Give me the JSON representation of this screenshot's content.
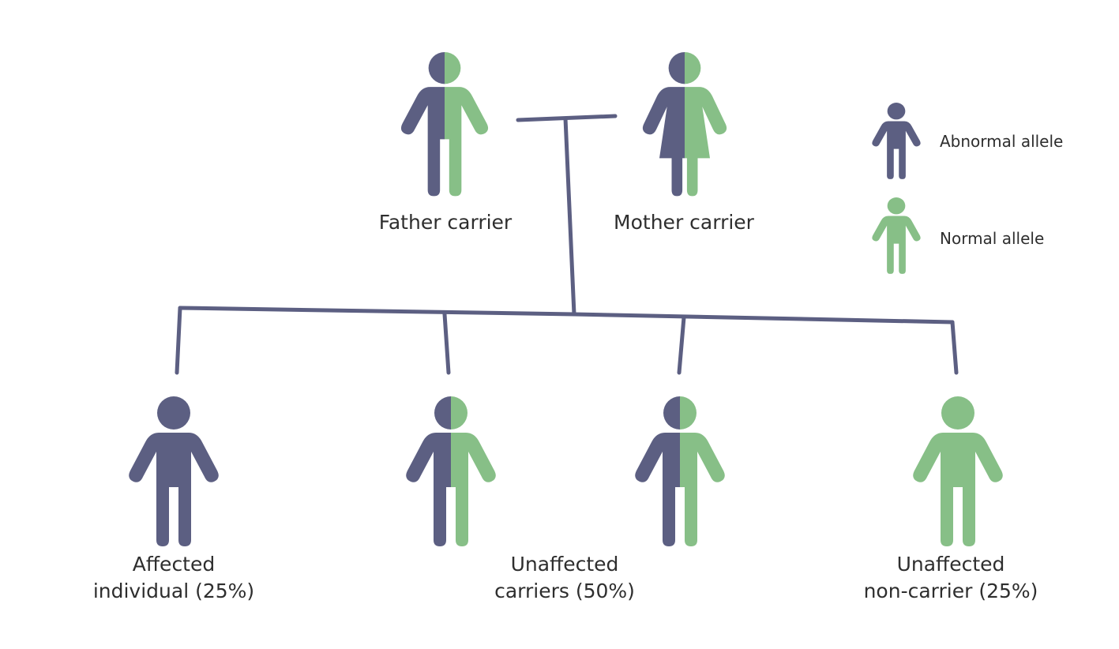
{
  "colors": {
    "abnormal": "#5c5f82",
    "normal": "#87bf87",
    "connector": "#5c5f82",
    "text": "#2e2e2e"
  },
  "parents": {
    "father": {
      "label": "Father carrier",
      "icon": "male-carrier-figure-icon"
    },
    "mother": {
      "label": "Mother carrier",
      "icon": "female-carrier-figure-icon"
    }
  },
  "children": [
    {
      "icon": "affected-figure-icon"
    },
    {
      "icon": "carrier-figure-icon"
    },
    {
      "icon": "carrier-figure-icon"
    },
    {
      "icon": "non-carrier-figure-icon"
    }
  ],
  "outcomes": {
    "affected": {
      "line1": "Affected",
      "line2": "individual (25%)"
    },
    "carriers": {
      "line1": "Unaffected",
      "line2": "carriers (50%)"
    },
    "non_carrier": {
      "line1": "Unaffected",
      "line2": "non-carrier (25%)"
    }
  },
  "legend": {
    "abnormal": {
      "label": "Abnormal allele",
      "icon": "abnormal-allele-figure-icon"
    },
    "normal": {
      "label": "Normal allele",
      "icon": "normal-allele-figure-icon"
    }
  }
}
